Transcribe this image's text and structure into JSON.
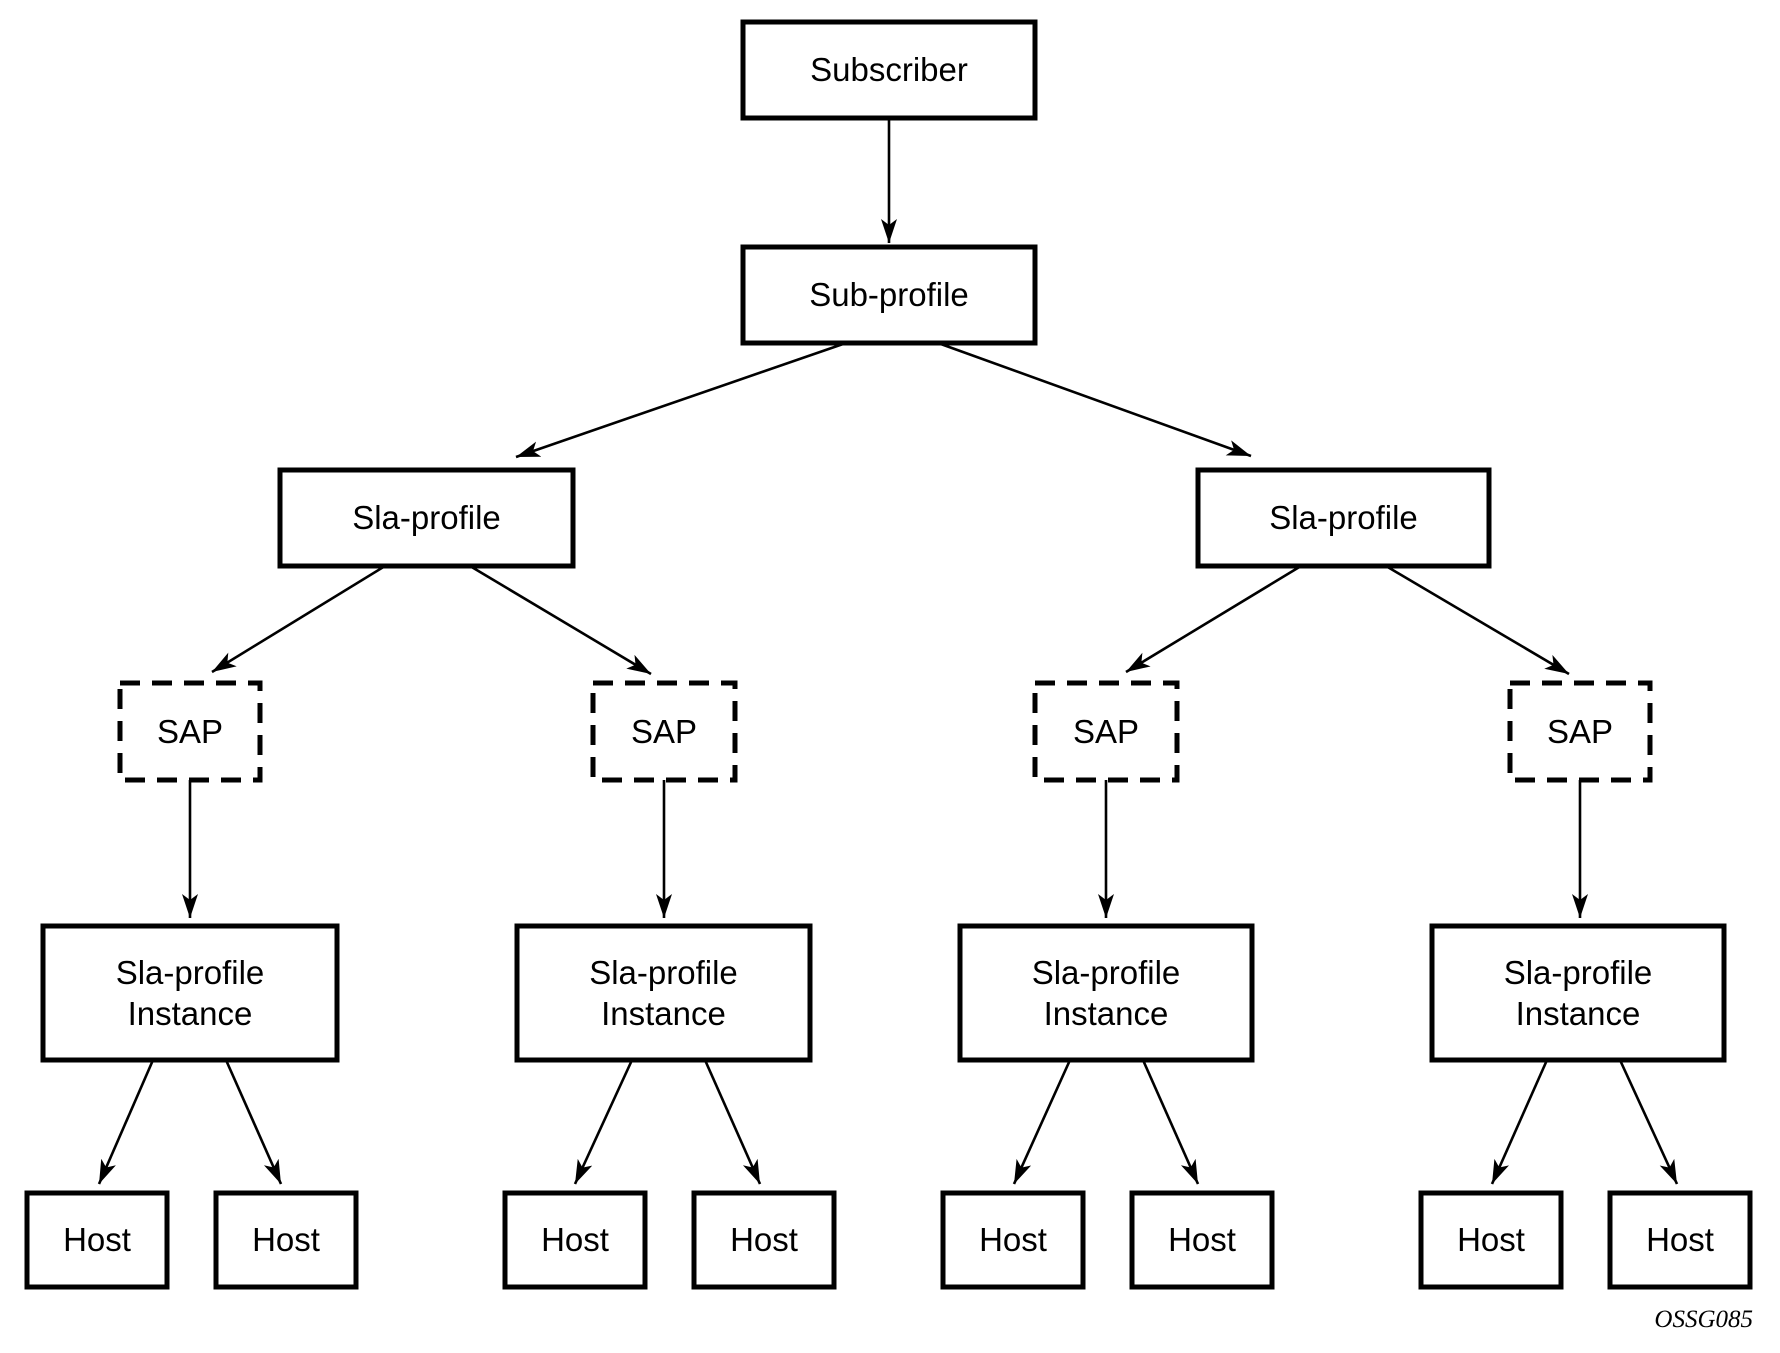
{
  "diagram": {
    "type": "hierarchy-tree",
    "figure_code": "OSSG085",
    "colors": {
      "line": "#000000",
      "background": "#ffffff",
      "text": "#000000"
    },
    "nodes": {
      "subscriber": {
        "label": "Subscriber",
        "style": "solid"
      },
      "sub_profile": {
        "label": "Sub-profile",
        "style": "solid"
      },
      "sla_profile_left": {
        "label": "Sla-profile",
        "style": "solid"
      },
      "sla_profile_right": {
        "label": "Sla-profile",
        "style": "solid"
      },
      "sap_1": {
        "label": "SAP",
        "style": "dashed"
      },
      "sap_2": {
        "label": "SAP",
        "style": "dashed"
      },
      "sap_3": {
        "label": "SAP",
        "style": "dashed"
      },
      "sap_4": {
        "label": "SAP",
        "style": "dashed"
      },
      "instance_1": {
        "label": "Sla-profile\nInstance",
        "style": "solid"
      },
      "instance_2": {
        "label": "Sla-profile\nInstance",
        "style": "solid"
      },
      "instance_3": {
        "label": "Sla-profile\nInstance",
        "style": "solid"
      },
      "instance_4": {
        "label": "Sla-profile\nInstance",
        "style": "solid"
      },
      "host_1": {
        "label": "Host",
        "style": "solid"
      },
      "host_2": {
        "label": "Host",
        "style": "solid"
      },
      "host_3": {
        "label": "Host",
        "style": "solid"
      },
      "host_4": {
        "label": "Host",
        "style": "solid"
      },
      "host_5": {
        "label": "Host",
        "style": "solid"
      },
      "host_6": {
        "label": "Host",
        "style": "solid"
      },
      "host_7": {
        "label": "Host",
        "style": "solid"
      },
      "host_8": {
        "label": "Host",
        "style": "solid"
      }
    },
    "edges": [
      {
        "from": "subscriber",
        "to": "sub_profile"
      },
      {
        "from": "sub_profile",
        "to": "sla_profile_left"
      },
      {
        "from": "sub_profile",
        "to": "sla_profile_right"
      },
      {
        "from": "sla_profile_left",
        "to": "sap_1"
      },
      {
        "from": "sla_profile_left",
        "to": "sap_2"
      },
      {
        "from": "sla_profile_right",
        "to": "sap_3"
      },
      {
        "from": "sla_profile_right",
        "to": "sap_4"
      },
      {
        "from": "sap_1",
        "to": "instance_1"
      },
      {
        "from": "sap_2",
        "to": "instance_2"
      },
      {
        "from": "sap_3",
        "to": "instance_3"
      },
      {
        "from": "sap_4",
        "to": "instance_4"
      },
      {
        "from": "instance_1",
        "to": "host_1"
      },
      {
        "from": "instance_1",
        "to": "host_2"
      },
      {
        "from": "instance_2",
        "to": "host_3"
      },
      {
        "from": "instance_2",
        "to": "host_4"
      },
      {
        "from": "instance_3",
        "to": "host_5"
      },
      {
        "from": "instance_3",
        "to": "host_6"
      },
      {
        "from": "instance_4",
        "to": "host_7"
      },
      {
        "from": "instance_4",
        "to": "host_8"
      }
    ]
  }
}
